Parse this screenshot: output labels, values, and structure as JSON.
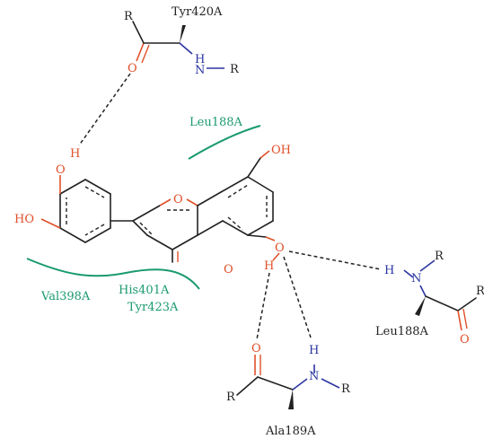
{
  "colors": {
    "carbon_bond": "#222222",
    "oxygen": "#e0502a",
    "nitrogen": "#2a35a0",
    "hydrophobic_residue": "#1a9a6e"
  },
  "atoms": {
    "oxygen": "O",
    "hydrogen": "H",
    "nitrogen": "N",
    "r_group": "R",
    "hydroxyl": "OH",
    "hydroxyl_left": "HO"
  },
  "hbond_residues": {
    "tyr420": "Tyr420A",
    "leu188_backbone": "Leu188A",
    "ala189": "Ala189A"
  },
  "hydrophobic_residues": {
    "leu188": "Leu188A",
    "val398": "Val398A",
    "his401": "His401A",
    "tyr423": "Tyr423A"
  }
}
